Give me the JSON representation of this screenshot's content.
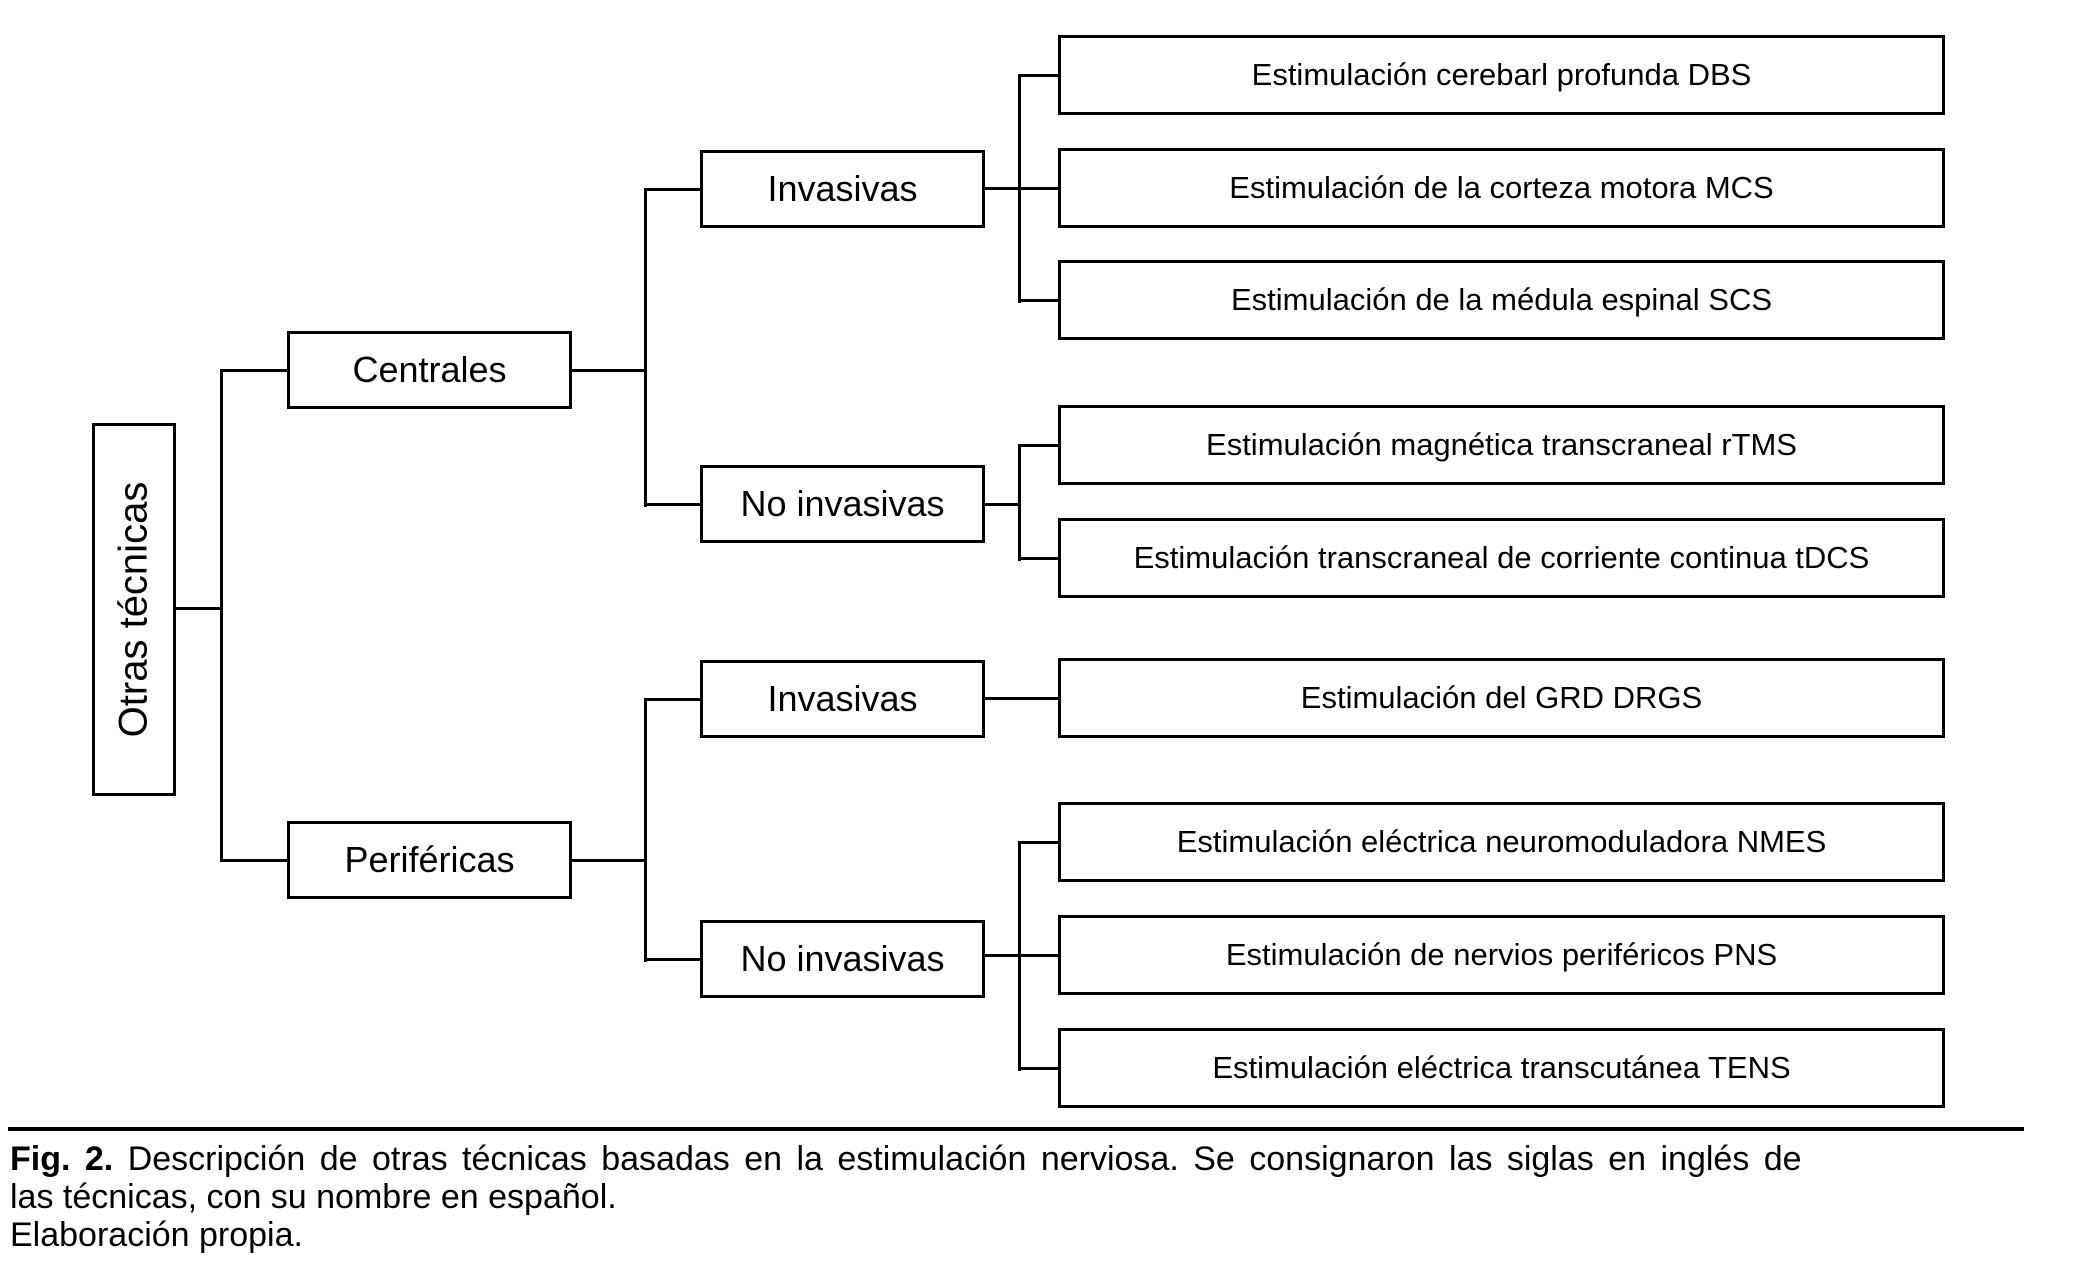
{
  "colors": {
    "line": "#000000",
    "background": "#ffffff",
    "text": "#000000"
  },
  "diagram": {
    "root": {
      "label": "Otras técnicas"
    },
    "branches": [
      {
        "label": "Centrales"
      },
      {
        "label": "Periféricas"
      }
    ],
    "subbranches": [
      {
        "label": "Invasivas"
      },
      {
        "label": "No invasivas"
      },
      {
        "label": "Invasivas"
      },
      {
        "label": "No invasivas"
      }
    ],
    "leaves": [
      {
        "label": "Estimulación cerebarl profunda DBS"
      },
      {
        "label": "Estimulación de la corteza motora MCS"
      },
      {
        "label": "Estimulación de la médula espinal SCS"
      },
      {
        "label": "Estimulación magnética transcraneal rTMS"
      },
      {
        "label": "Estimulación transcraneal de corriente continua tDCS"
      },
      {
        "label": "Estimulación del GRD DRGS"
      },
      {
        "label": "Estimulación eléctrica neuromoduladora NMES"
      },
      {
        "label": "Estimulación de nervios periféricos PNS"
      },
      {
        "label": "Estimulación eléctrica transcutánea TENS"
      }
    ]
  },
  "caption": {
    "fig_label": "Fig. 2.",
    "line1": "Descripción de otras técnicas basadas en la estimulación nerviosa. Se consignaron las siglas en inglés de",
    "line2": "las técnicas, con su nombre en español.",
    "line3": "Elaboración propia."
  }
}
